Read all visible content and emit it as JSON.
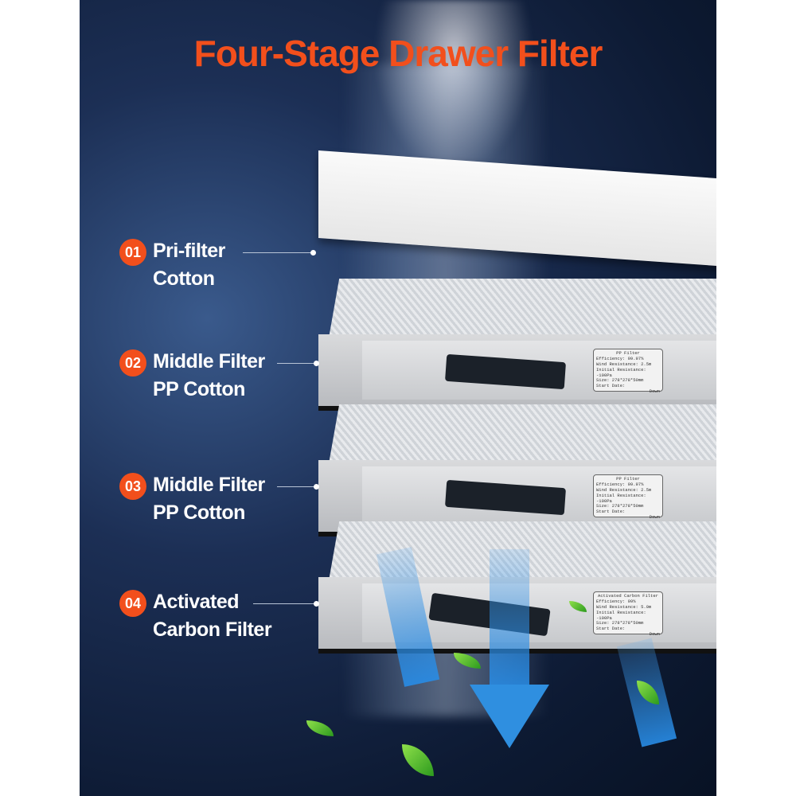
{
  "title": "Four-Stage Drawer Filter",
  "colors": {
    "accent": "#f24f1c",
    "background": "#0d1a33"
  },
  "stages": [
    {
      "number": "01",
      "line1": "Pri-filter",
      "line2": "Cotton"
    },
    {
      "number": "02",
      "line1": "Middle Filter",
      "line2": "PP Cotton"
    },
    {
      "number": "03",
      "line1": "Middle Filter",
      "line2": "PP Cotton"
    },
    {
      "number": "04",
      "line1": "Activated",
      "line2": "Carbon Filter"
    }
  ],
  "stickers": [
    {
      "title": "PP Filter",
      "lines": [
        "Efficiency: 99.97%",
        "Wind Resistance: 2.5m",
        "Initial Resistance: -100Pa",
        "Size: 278*278*50mm",
        "Start Date:"
      ],
      "arrow": "Down"
    },
    {
      "title": "PP Filter",
      "lines": [
        "Efficiency: 99.97%",
        "Wind Resistance: 2.5m",
        "Initial Resistance: -100Pa",
        "Size: 278*278*50mm",
        "Start Date:"
      ],
      "arrow": "Down"
    },
    {
      "title": "Activated Carbon Filter",
      "lines": [
        "Efficiency: 99%",
        "Wind Resistance: 5.0m",
        "Initial Resistance: -100Pa",
        "Size: 278*278*50mm",
        "Start Date:"
      ],
      "arrow": "Down"
    }
  ]
}
